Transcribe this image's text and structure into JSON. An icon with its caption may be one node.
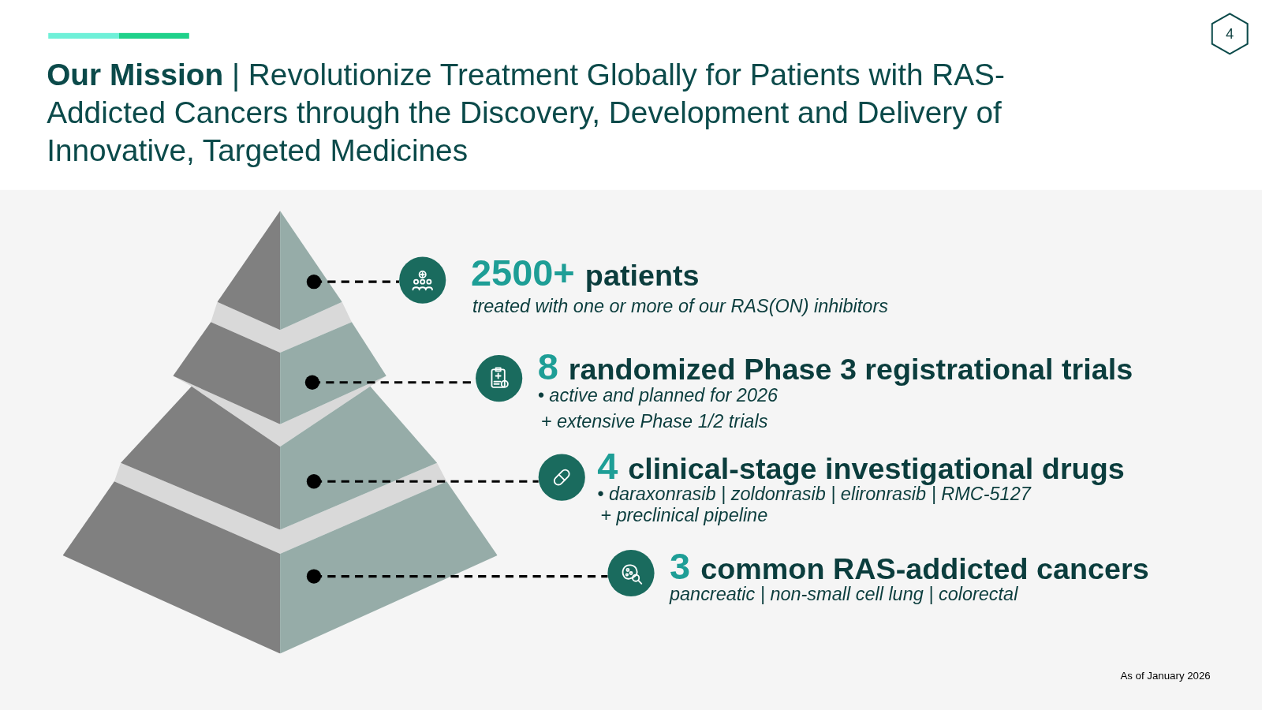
{
  "diagram": {
    "title": "**Our Mission** | Revolutionize Treatment Globally for Patients with RAS-Addicted Cancers through the Discovery, Development and Delivery of Innovative, Targeted Medicines",
    "nodes": [
      {
        "text": [],
        "shape": "triangle"
      },
      {
        "text": [],
        "shape": "trapezium"
      },
      {
        "text": [],
        "shape": "trapezium"
      },
      {
        "text": [],
        "shape": "trapezium"
      },
      {
        "text": [],
        "shape": "circle"
      },
      {
        "text": [],
        "shape": "circle"
      },
      {
        "text": [],
        "shape": "circle"
      },
      {
        "text": [],
        "shape": "circle"
      }
    ],
    "edges": [
      {
        "from": 0,
        "to": 4,
        "arrow": "other",
        "style": "dashed"
      },
      {
        "from": 1,
        "to": 5,
        "arrow": "other",
        "style": "dashed"
      },
      {
        "from": 2,
        "to": 6,
        "arrow": "other",
        "style": "dashed"
      },
      {
        "from": 3,
        "to": 7,
        "arrow": "other",
        "style": "dashed"
      }
    ],
    "labels": [
      "4",
      "2500+ patients",
      "treated with one or more of our RAS(ON) inhibitors",
      "8 randomized Phase 3 registrational trials",
      "• active and planned for 2026",
      "+ extensive Phase 1/2 trials",
      "4 clinical-stage investigational drugs",
      "• daraxonrasib | zoldonrasib | elironrasib | RMC-5127",
      "+ preclinical pipeline",
      "3 common RAS-addicted cancers",
      "pancreatic | non-small cell lung | colorectal",
      "As of January 2026"
    ]
  }
}
